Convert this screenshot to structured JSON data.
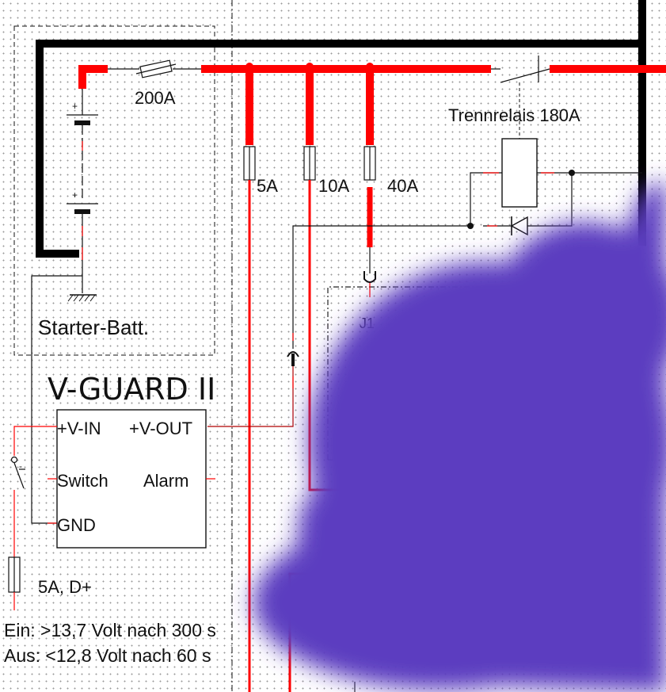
{
  "diagram": {
    "starter_battery_label": "Starter-Batt.",
    "main_fuse_label": "200A",
    "relay_label": "Trennrelais 180A",
    "fuses": [
      {
        "label": "5A"
      },
      {
        "label": "10A"
      },
      {
        "label": "40A"
      }
    ],
    "connector_label": "J1",
    "battery_plus": "+",
    "battery_minus": "-",
    "device": {
      "title": "V-GUARD II",
      "pin_vin": "+V-IN",
      "pin_vout": "+V-OUT",
      "pin_switch": "Switch",
      "pin_alarm": "Alarm",
      "pin_gnd": "GND"
    },
    "d_plus_fuse_label": "5A, D+",
    "notes": {
      "on": "Ein: >13,7 Volt nach 300 s",
      "off": "Aus: <12,8 Volt nach 60 s"
    },
    "colors": {
      "positive_wire": "#ff0000",
      "negative_wire": "#000000",
      "overlay": "#5b3cc0"
    }
  }
}
